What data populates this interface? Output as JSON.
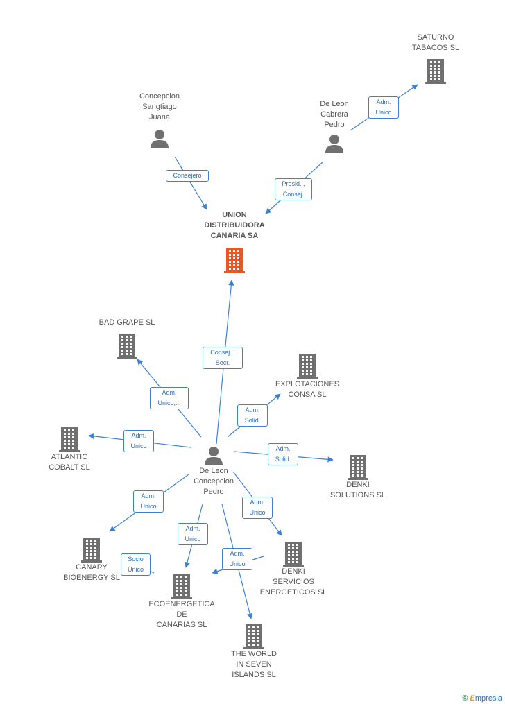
{
  "colors": {
    "edge": "#3b82d6",
    "person": "#707070",
    "company": "#707070",
    "main_company": "#f2541b"
  },
  "main_company": {
    "name": "UNION\nDISTRIBUIDORA\nCANARIA SA"
  },
  "people": {
    "p_sangtiago": "Concepcion\nSangtiago\nJuana",
    "p_cabrera": "De Leon\nCabrera\nPedro",
    "p_concepcion": "De Leon\nConcepcion\nPedro"
  },
  "companies": {
    "saturno": "SATURNO\nTABACOS  SL",
    "bad_grape": "BAD GRAPE SL",
    "explotaciones": "EXPLOTACIONES\nCONSA SL",
    "atlantic": "ATLANTIC\nCOBALT SL",
    "denki_solutions": "DENKI\nSOLUTIONS SL",
    "canary": "CANARY\nBIOENERGY SL",
    "denki_servicios": "DENKI\nSERVICIOS\nENERGETICOS SL",
    "ecoenergetica": "ECOENERGETICA\nDE\nCANARIAS SL",
    "world": "THE WORLD\nIN SEVEN\nISLANDS SL"
  },
  "edge_labels": {
    "saturno": "Adm.\nUnico",
    "consejero": "Consejero",
    "presid": "Presid. ,\nConsej.",
    "consej_secr": "Consej. ,\nSecr.",
    "bad_grape": "Adm.\nUnico,...",
    "explotaciones": "Adm.\nSolid.",
    "atlantic": "Adm.\nUnico",
    "denki_solutions": "Adm.\nSolid.",
    "canary": "Adm.\nUnico",
    "denki_servicios": "Adm.\nUnico",
    "ecoenergetica": "Adm.\nUnico",
    "socio_unico": "Socio\nÚnico",
    "world": "Adm.\nUnico"
  },
  "brand": {
    "copyright": "©",
    "e": "E",
    "rest": "mpresia"
  }
}
